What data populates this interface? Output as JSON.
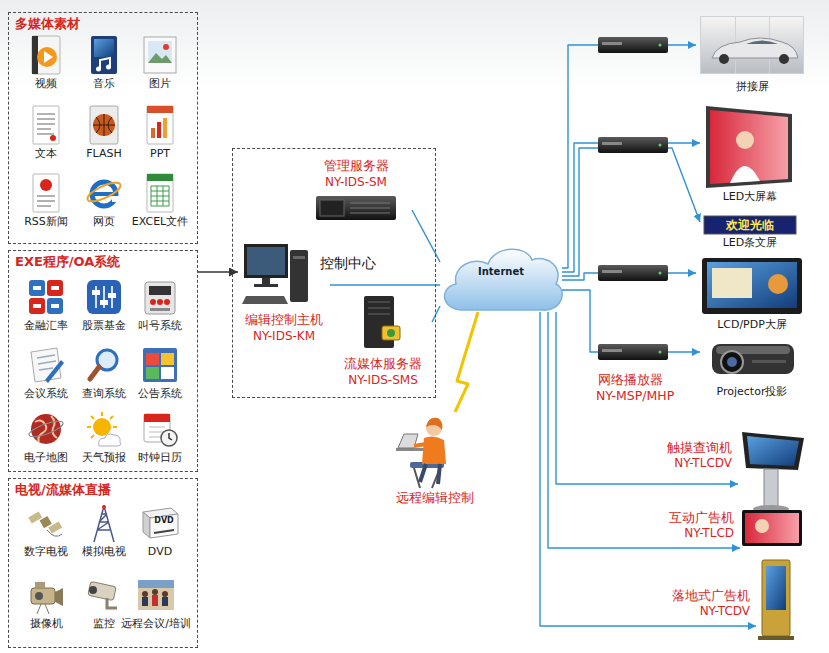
{
  "diagram": {
    "nodes": [
      {
        "text": [
          "多媒体素材"
        ]
      },
      {
        "text": [
          "视频"
        ],
        "in": 0
      },
      {
        "text": [
          "音乐"
        ],
        "in": 0
      },
      {
        "text": [
          "图片"
        ],
        "in": 0
      },
      {
        "text": [
          "文本"
        ],
        "in": 0
      },
      {
        "text": [
          "FLASH"
        ],
        "in": 0
      },
      {
        "text": [
          "PPT"
        ],
        "in": 0
      },
      {
        "text": [
          "RSS新闻"
        ],
        "in": 0
      },
      {
        "text": [
          "网页"
        ],
        "in": 0
      },
      {
        "text": [
          "EXCEL文件"
        ],
        "in": 0
      },
      {
        "text": [
          "EXE程序/OA系统"
        ]
      },
      {
        "text": [
          "金融汇率"
        ],
        "in": 10
      },
      {
        "text": [
          "股票基金"
        ],
        "in": 10
      },
      {
        "text": [
          "叫号系统"
        ],
        "in": 10
      },
      {
        "text": [
          "会议系统"
        ],
        "in": 10
      },
      {
        "text": [
          "查询系统"
        ],
        "in": 10
      },
      {
        "text": [
          "公告系统"
        ],
        "in": 10
      },
      {
        "text": [
          "电子地图"
        ],
        "in": 10
      },
      {
        "text": [
          "天气预报"
        ],
        "in": 10
      },
      {
        "text": [
          "时钟日历"
        ],
        "in": 10
      },
      {
        "text": [
          "电视/流媒体直播"
        ]
      },
      {
        "text": [
          "数字电视"
        ],
        "in": 20
      },
      {
        "text": [
          "模拟电视"
        ],
        "in": 20
      },
      {
        "text": [
          "DVD"
        ],
        "in": 20
      },
      {
        "text": [
          "摄像机"
        ],
        "in": 20
      },
      {
        "text": [
          "监控"
        ],
        "in": 20
      },
      {
        "text": [
          "远程会议/培训"
        ],
        "in": 20
      },
      {
        "text": [
          "控制中心"
        ]
      },
      {
        "text": [
          "管理服务器",
          "NY-IDS-SM"
        ],
        "in": 27
      },
      {
        "text": [
          "编辑控制主机",
          "NY-IDS-KM"
        ],
        "in": 27
      },
      {
        "text": [
          "流媒体服务器",
          "NY-IDS-SMS"
        ],
        "in": 27
      },
      {
        "text": [
          "Internet"
        ]
      },
      {
        "text": [
          "远程编辑控制"
        ]
      },
      {
        "text": [
          "拼接屏"
        ]
      },
      {
        "text": [
          "LED大屏幕"
        ]
      },
      {
        "text": [
          "LED条文屏"
        ]
      },
      {
        "text": [
          "LCD/PDP大屏"
        ]
      },
      {
        "text": [
          "Projector投影"
        ]
      },
      {
        "text": [
          "触摸查询机",
          "NY-TLCDV"
        ]
      },
      {
        "text": [
          "互动广告机",
          "NY-TLCD"
        ]
      },
      {
        "text": [
          "落地式广告机",
          "NY-TCDV"
        ]
      }
    ],
    "edges": [
      {
        "from": 10,
        "to": 29,
        "arrow": "to"
      },
      {
        "from": 28,
        "to": 31,
        "arrow": "none"
      },
      {
        "from": 29,
        "to": 31,
        "arrow": "none"
      },
      {
        "from": 30,
        "to": 31,
        "arrow": "none"
      },
      {
        "from": 32,
        "to": 31,
        "arrow": "none"
      },
      {
        "from": 31,
        "to": 33,
        "arrow": "to"
      },
      {
        "from": 31,
        "to": 34,
        "arrow": "to"
      },
      {
        "from": 31,
        "to": 35,
        "arrow": "to"
      },
      {
        "from": 31,
        "to": 36,
        "arrow": "to"
      },
      {
        "from": 31,
        "to": 37,
        "arrow": "to"
      },
      {
        "from": 31,
        "to": 38,
        "arrow": "to"
      },
      {
        "from": 31,
        "to": 39,
        "arrow": "to"
      },
      {
        "from": 31,
        "to": 40,
        "arrow": "to"
      }
    ],
    "labels": [
      "网络播放器",
      "NY-MSP/MHP",
      "DVD",
      "欢迎光临"
    ]
  }
}
